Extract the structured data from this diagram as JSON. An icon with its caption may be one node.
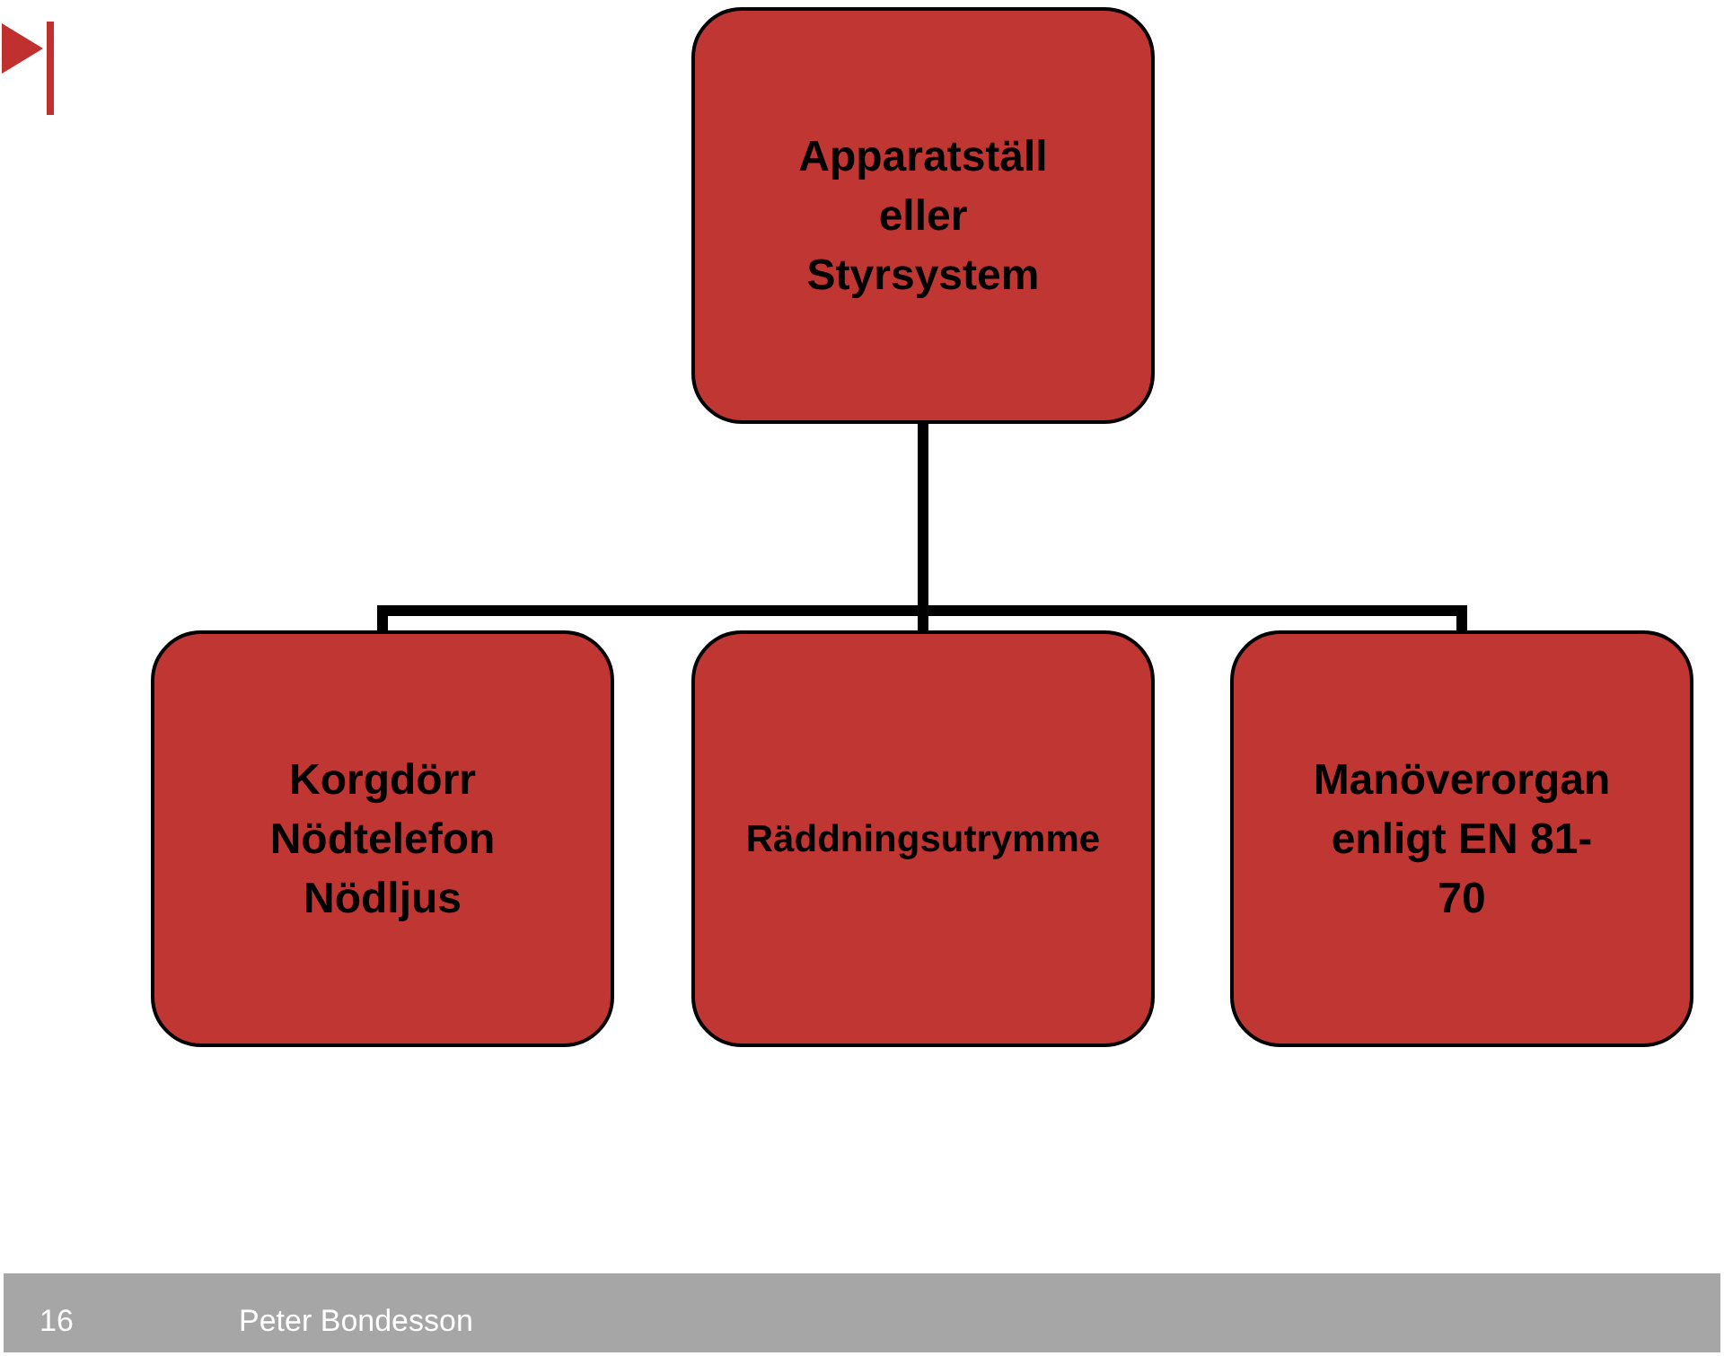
{
  "diagram": {
    "nodes": [
      {
        "text": [
          "Apparatställ eller Styrsystem"
        ]
      },
      {
        "text": [
          "Korgdörr Nödtelefon Nödljus"
        ]
      },
      {
        "text": [
          "Räddningsutrymme"
        ]
      },
      {
        "text": [
          "Manöverorgan enligt EN 81-70"
        ]
      }
    ],
    "edges": [
      {
        "from": 0,
        "to": 1,
        "arrow": "none"
      },
      {
        "from": 0,
        "to": 2,
        "arrow": "none"
      },
      {
        "from": 0,
        "to": 3,
        "arrow": "none"
      }
    ],
    "labels": [
      "16",
      "Peter Bondesson"
    ]
  }
}
